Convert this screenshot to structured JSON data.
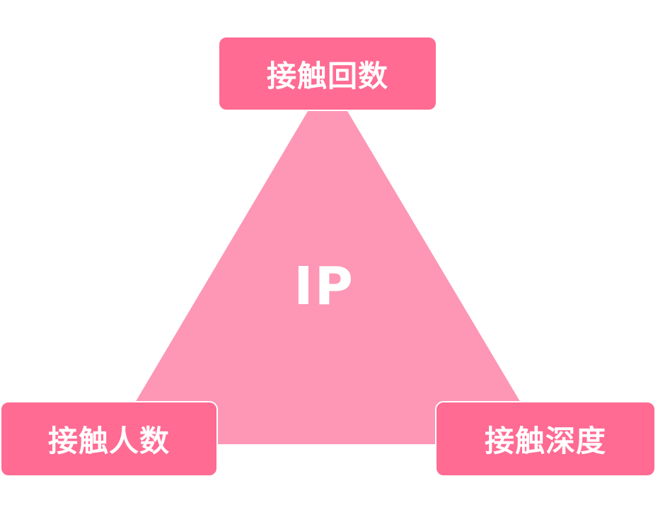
{
  "colors": {
    "background": "#ffffff",
    "triangle_fill": "#fd97b5",
    "node_fill": "#ff6b93",
    "text": "#ffffff"
  },
  "diagram": {
    "center_label": "IP",
    "nodes": {
      "top": "接触回数",
      "bottom_left": "接触人数",
      "bottom_right": "接触深度"
    }
  }
}
